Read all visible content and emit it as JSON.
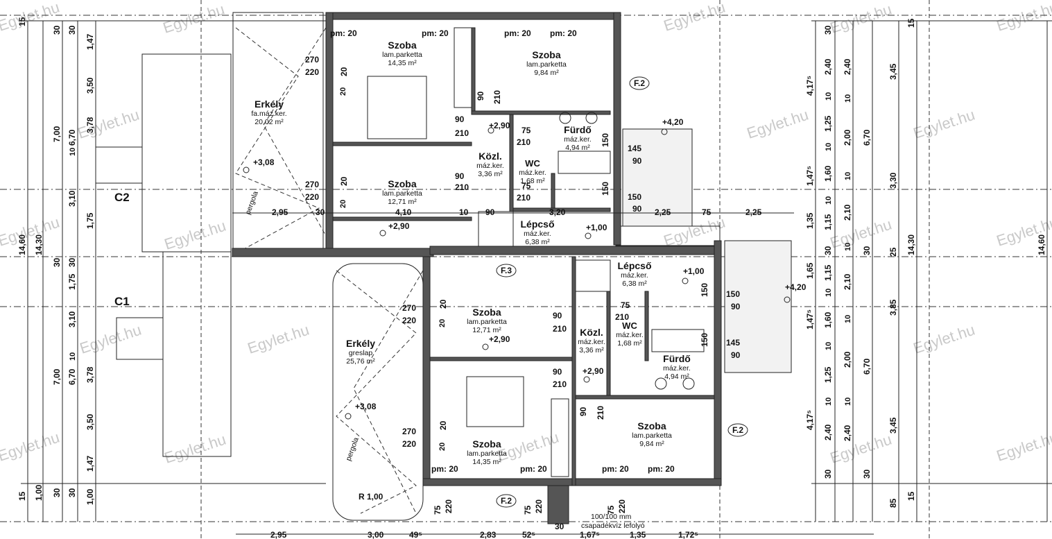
{
  "watermark": "Egylet.hu",
  "section_labels": [
    "C2",
    "C1"
  ],
  "rooms": [
    {
      "name": "Szoba",
      "finish": "lam.parketta",
      "area": "14,35 m²"
    },
    {
      "name": "Szoba",
      "finish": "lam.parketta",
      "area": "9,84 m²"
    },
    {
      "name": "Erkély",
      "finish": "fa.máz.ker.",
      "area": "20,02 m²"
    },
    {
      "name": "Fürdő",
      "finish": "máz.ker.",
      "area": "4,94 m²"
    },
    {
      "name": "Közl.",
      "finish": "máz.ker.",
      "area": "3,36 m²"
    },
    {
      "name": "WC",
      "finish": "máz.ker.",
      "area": "1,68 m²"
    },
    {
      "name": "Szoba",
      "finish": "lam.parketta",
      "area": "12,71 m²"
    },
    {
      "name": "Lépcső",
      "finish": "máz.ker.",
      "area": "6,38 m²"
    },
    {
      "name": "Lépcső",
      "finish": "máz.ker.",
      "area": "6,38 m²"
    },
    {
      "name": "Szoba",
      "finish": "lam.parketta",
      "area": "12,71 m²"
    },
    {
      "name": "Erkély",
      "finish": "greslap",
      "area": "25,76 m²"
    },
    {
      "name": "Közl.",
      "finish": "máz.ker.",
      "area": "3,36 m²"
    },
    {
      "name": "WC",
      "finish": "máz.ker.",
      "area": "1,68 m²"
    },
    {
      "name": "Fürdő",
      "finish": "máz.ker.",
      "area": "4,94 m²"
    },
    {
      "name": "Szoba",
      "finish": "lam.parketta",
      "area": "14,35 m²"
    },
    {
      "name": "Szoba",
      "finish": "lam.parketta",
      "area": "9,84 m²"
    }
  ],
  "levels": [
    "+3,08",
    "+2,90",
    "+4,20",
    "+2,90",
    "+1,00",
    "+1,00",
    "+4,20",
    "+2,90",
    "+2,90",
    "+3,08"
  ],
  "window_tags": [
    "pm: 20",
    "pm: 20",
    "pm: 20",
    "pm: 20",
    "pm: 20",
    "pm: 20",
    "pm: 20",
    "pm: 20"
  ],
  "tags": [
    "F.2",
    "F.3",
    "F.2",
    "F.2"
  ],
  "pergola": "pergola",
  "radius": "R 1,00",
  "drain": [
    "100/100 mm",
    "csapadékvíz lefolyó"
  ],
  "door_dims": [
    "270",
    "220",
    "270",
    "220",
    "90",
    "210",
    "90",
    "210",
    "75",
    "210",
    "75",
    "210",
    "90",
    "210",
    "145",
    "90",
    "150",
    "90",
    "270",
    "220",
    "270",
    "220",
    "90",
    "210",
    "90",
    "210",
    "75",
    "210",
    "150",
    "90",
    "145",
    "90",
    "90",
    "210",
    "75",
    "220",
    "75",
    "220",
    "75",
    "220"
  ],
  "sill_dims": [
    "20",
    "20",
    "20",
    "20",
    "150",
    "150",
    "150",
    "150",
    "20",
    "20",
    "20",
    "20"
  ],
  "inner_dims": [
    "2,95",
    "30",
    "4,10",
    "10",
    "90",
    "3,20",
    "75",
    "2,25",
    "2,25"
  ],
  "bottom_dims": [
    "2,95",
    "3,00",
    "49⁵",
    "2,83",
    "52⁵",
    "30",
    "1,67⁵",
    "1,35",
    "1,72⁵"
  ],
  "left_dims": {
    "col1": [
      "15",
      "14,60",
      "15"
    ],
    "col2": [
      "14,30",
      "1,00"
    ],
    "col3": [
      "30",
      "7,00",
      "30",
      "7,00",
      "30"
    ],
    "col4": [
      "30",
      "6,70",
      "10",
      "3,10",
      "30",
      "1,75",
      "3,10",
      "10",
      "6,70",
      "30"
    ],
    "col5": [
      "1,47",
      "3,50",
      "3,78",
      "1,75",
      "3,78",
      "3,50",
      "1,47",
      "1,00"
    ]
  },
  "right_dims": {
    "col1": [
      "30",
      "2,40",
      "10",
      "1,25",
      "10",
      "1,60",
      "10",
      "1,15",
      "30",
      "1,15",
      "10",
      "1,60",
      "10",
      "1,25",
      "10",
      "2,40",
      "30"
    ],
    "col2": [
      "2,40",
      "10",
      "2,00",
      "10",
      "2,10",
      "10",
      "2,10",
      "10",
      "2,00",
      "10",
      "2,40"
    ],
    "col3": [
      "4,17⁵",
      "1,47⁵",
      "1,35",
      "1,65",
      "1,47⁵",
      "4,17⁵"
    ],
    "col4": [
      "6,70",
      "30",
      "6,70",
      "30"
    ],
    "col5": [
      "3,45",
      "3,30",
      "25",
      "3,85",
      "3,45",
      "85"
    ],
    "col6": [
      "14,30",
      "14,60",
      "15",
      "15"
    ]
  }
}
